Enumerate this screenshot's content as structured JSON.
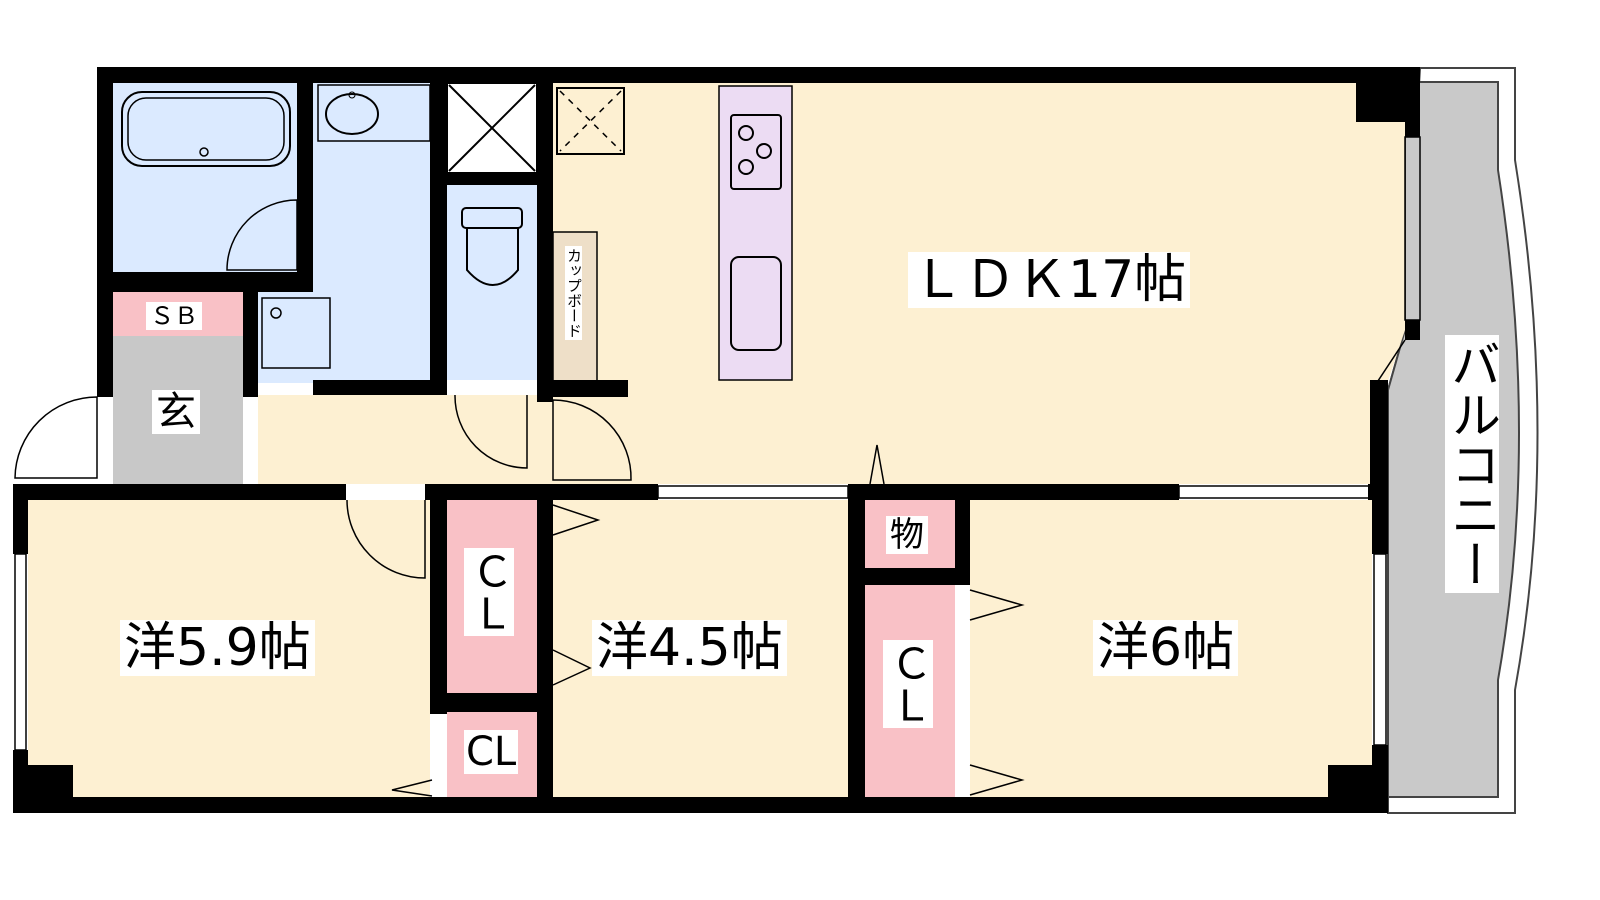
{
  "rooms": {
    "ldk": "ＬＤＫ17帖",
    "western1": "洋5.9帖",
    "western2": "洋4.5帖",
    "western3": "洋6帖",
    "closet1": "ＣＬ",
    "closet2": "CL",
    "closet3": "ＣＬ",
    "storage": "物",
    "shoe_box": "ＳＢ",
    "entrance": "玄",
    "balcony": "バルコニー",
    "cupboard": "カップボード"
  },
  "colors": {
    "floor": "#fdf0d2",
    "wet_area": "#dbeaff",
    "closet": "#f9c1c6",
    "entrance": "#c8c8c8",
    "balcony": "#c9c9c9",
    "kitchen": "#ecdcf3",
    "cupboard": "#eedfc8",
    "wall": "#000000"
  }
}
